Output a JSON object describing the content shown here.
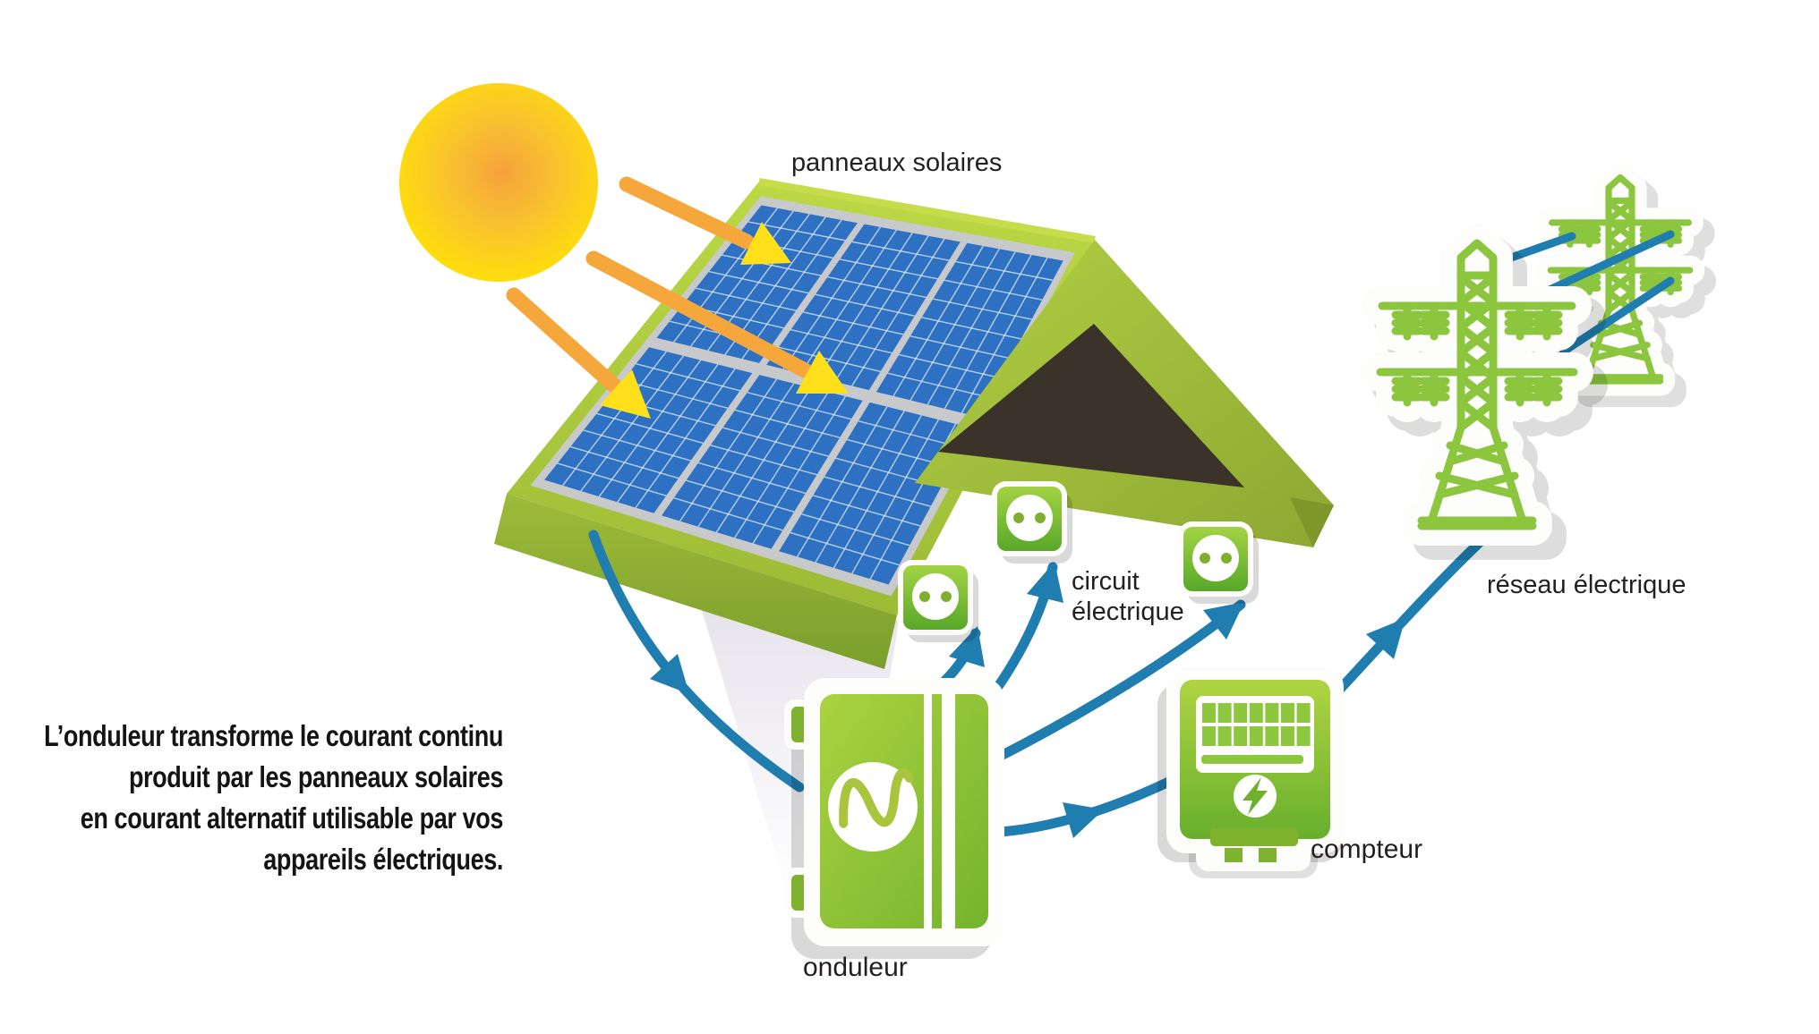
{
  "diagram": {
    "labels": {
      "solar_panels": "panneaux solaires",
      "circuit": "circuit\nélectrique",
      "grid": "réseau électrique",
      "meter": "compteur",
      "inverter": "onduleur"
    },
    "description": "L’onduleur transforme le courant continu\nproduit par les panneaux solaires\nen courant alternatif utilisable par vos\nappareils électriques.",
    "colors": {
      "accent_green": "#8DC63F",
      "roof_green": "#A5C93C",
      "panel_blue": "#2E71C3",
      "arrow_blue": "#1F7DAF",
      "sun_yellow": "#FFE206",
      "sun_orange": "#F6A23C",
      "ray_head_yellow": "#FFE01A",
      "gable_dark": "#3B3329",
      "text": "#231F20"
    },
    "icons": {
      "sun": "sun-icon",
      "solar_roof": "solar-roof-icon",
      "outlet": "power-outlet-icon",
      "inverter": "inverter-icon",
      "meter": "electric-meter-icon",
      "pylon": "transmission-tower-icon",
      "flow": "flow-arrow-icon"
    }
  }
}
